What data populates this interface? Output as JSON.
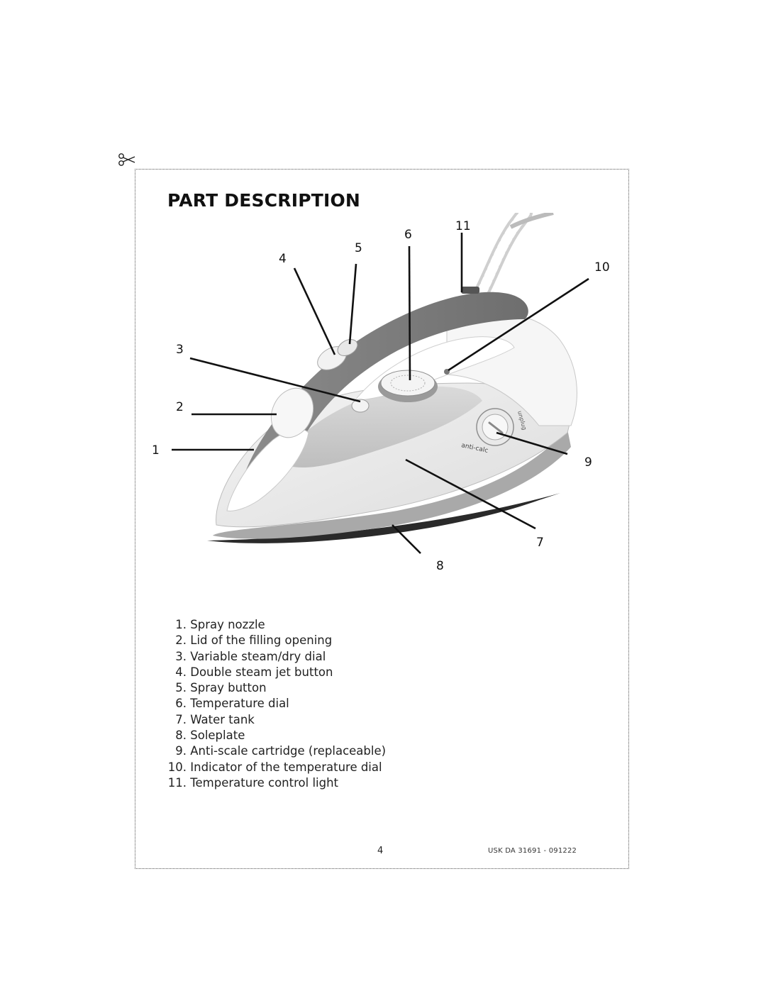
{
  "page": {
    "title": "PART DESCRIPTION",
    "page_number": "4",
    "doc_code": "USK DA 31691 - 091222"
  },
  "callouts": [
    "1",
    "2",
    "3",
    "4",
    "5",
    "6",
    "7",
    "8",
    "9",
    "10",
    "11"
  ],
  "dial_text": {
    "anticalc": "anti-calc",
    "unplug": "unplug"
  },
  "parts": [
    {
      "num": "1.",
      "label": "Spray nozzle"
    },
    {
      "num": "2.",
      "label": "Lid of the filling opening"
    },
    {
      "num": "3.",
      "label": "Variable steam/dry dial"
    },
    {
      "num": "4.",
      "label": "Double steam jet button"
    },
    {
      "num": "5.",
      "label": "Spray button"
    },
    {
      "num": "6.",
      "label": "Temperature dial"
    },
    {
      "num": "7.",
      "label": "Water tank"
    },
    {
      "num": "8.",
      "label": "Soleplate"
    },
    {
      "num": "9.",
      "label": "Anti-scale cartridge (replaceable)"
    },
    {
      "num": "10.",
      "label": "Indicator of the temperature dial"
    },
    {
      "num": "11.",
      "label": "Temperature control light"
    }
  ]
}
